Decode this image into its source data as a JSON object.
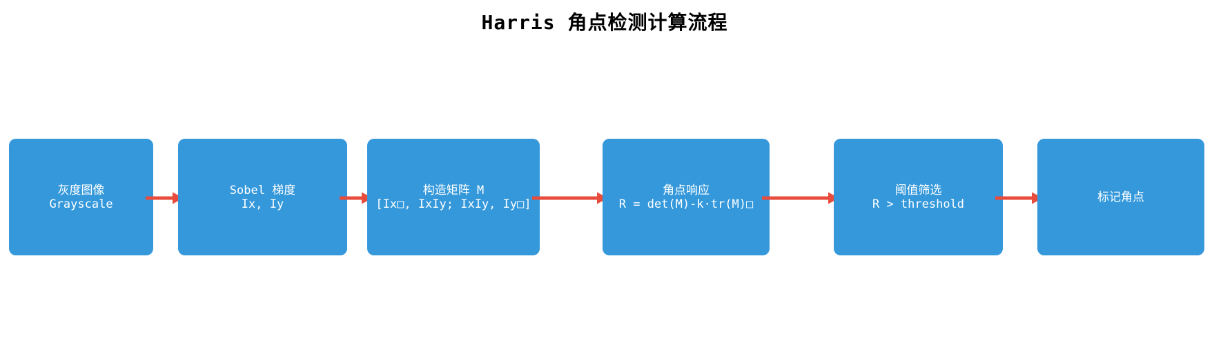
{
  "title": "Harris 角点检测计算流程",
  "flow": {
    "nodes": [
      {
        "id": "grayscale",
        "line1": "灰度图像",
        "line2": "Grayscale"
      },
      {
        "id": "sobel-gradient",
        "line1": "Sobel 梯度",
        "line2": "Ix, Iy"
      },
      {
        "id": "matrix-m",
        "line1": "构造矩阵 M",
        "line2": "[Ix□, IxIy; IxIy, Iy□]"
      },
      {
        "id": "corner-response",
        "line1": "角点响应",
        "line2": "R = det(M)-k·tr(M)□"
      },
      {
        "id": "threshold-filter",
        "line1": "阈值筛选",
        "line2": "R > threshold"
      },
      {
        "id": "mark-corners",
        "line1": "标记角点"
      }
    ],
    "edges": [
      {
        "from": "grayscale",
        "to": "sobel-gradient"
      },
      {
        "from": "sobel-gradient",
        "to": "matrix-m"
      },
      {
        "from": "matrix-m",
        "to": "corner-response"
      },
      {
        "from": "corner-response",
        "to": "threshold-filter"
      },
      {
        "from": "threshold-filter",
        "to": "mark-corners"
      }
    ],
    "colors": {
      "node_fill": "#3498db",
      "node_text": "#ffffff",
      "arrow": "#e74c3c",
      "title": "#000000",
      "background": "#ffffff"
    }
  }
}
